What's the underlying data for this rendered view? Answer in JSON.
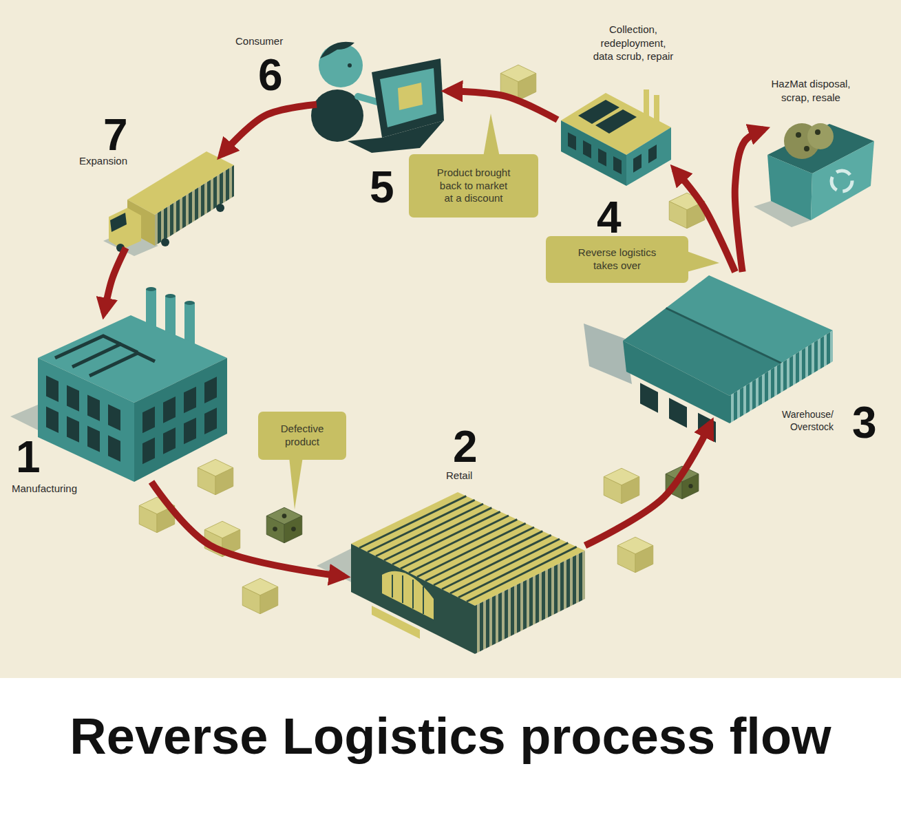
{
  "diagram": {
    "title": "Reverse Logistics process flow",
    "nodes": [
      {
        "text": [
          "1",
          "Manufacturing"
        ]
      },
      {
        "text": [
          "2",
          "Retail"
        ]
      },
      {
        "text": [
          "Warehouse/ Overstock",
          "3"
        ]
      },
      {
        "text": [
          "Collection, redeployment, data scrub, repair"
        ]
      },
      {
        "text": [
          "HazMat disposal, scrap, resale"
        ]
      },
      {
        "text": [
          "Consumer",
          "6"
        ]
      },
      {
        "text": [
          "7",
          "Expansion"
        ]
      },
      {
        "text": [
          "Defective product"
        ]
      },
      {
        "text": [
          "Reverse logistics takes over"
        ]
      },
      {
        "text": [
          "Product brought back to market at a discount"
        ]
      }
    ],
    "edges": [
      {
        "from": 0,
        "to": 1,
        "arrow": "to"
      },
      {
        "from": 1,
        "to": 2,
        "arrow": "to"
      },
      {
        "from": 2,
        "to": 3,
        "arrow": "to"
      },
      {
        "from": 2,
        "to": 4,
        "arrow": "to"
      },
      {
        "from": 3,
        "to": 5,
        "arrow": "to"
      },
      {
        "from": 5,
        "to": 6,
        "arrow": "to"
      },
      {
        "from": 6,
        "to": 0,
        "arrow": "to"
      }
    ],
    "labels": [
      "4",
      "5"
    ]
  }
}
